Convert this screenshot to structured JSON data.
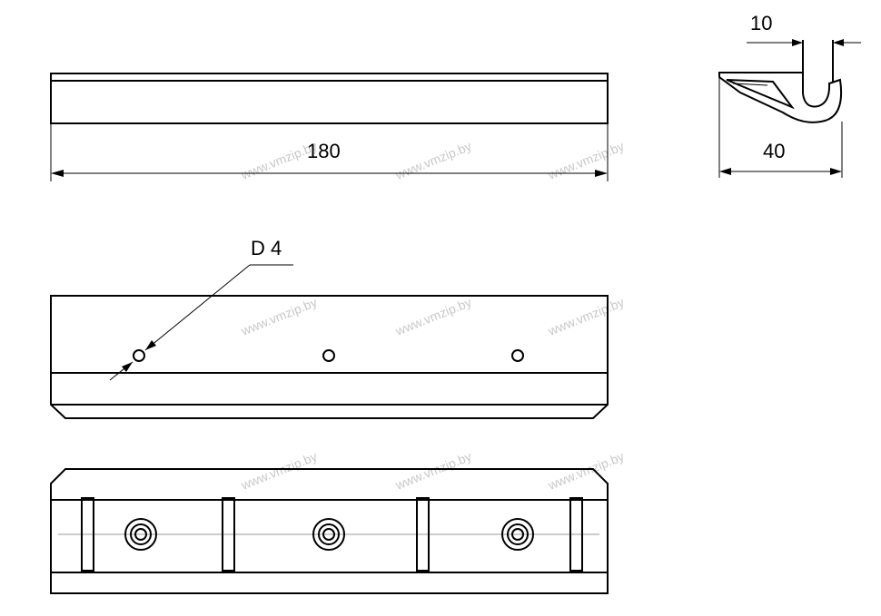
{
  "dimensions": {
    "length": "180",
    "hook_width": "10",
    "depth": "40",
    "hole_diameter": "D 4"
  },
  "watermark": "www.vmzip.by",
  "colors": {
    "line": "#000000",
    "watermark": "#c8c8c8",
    "centerline": "#9a9a9a"
  }
}
